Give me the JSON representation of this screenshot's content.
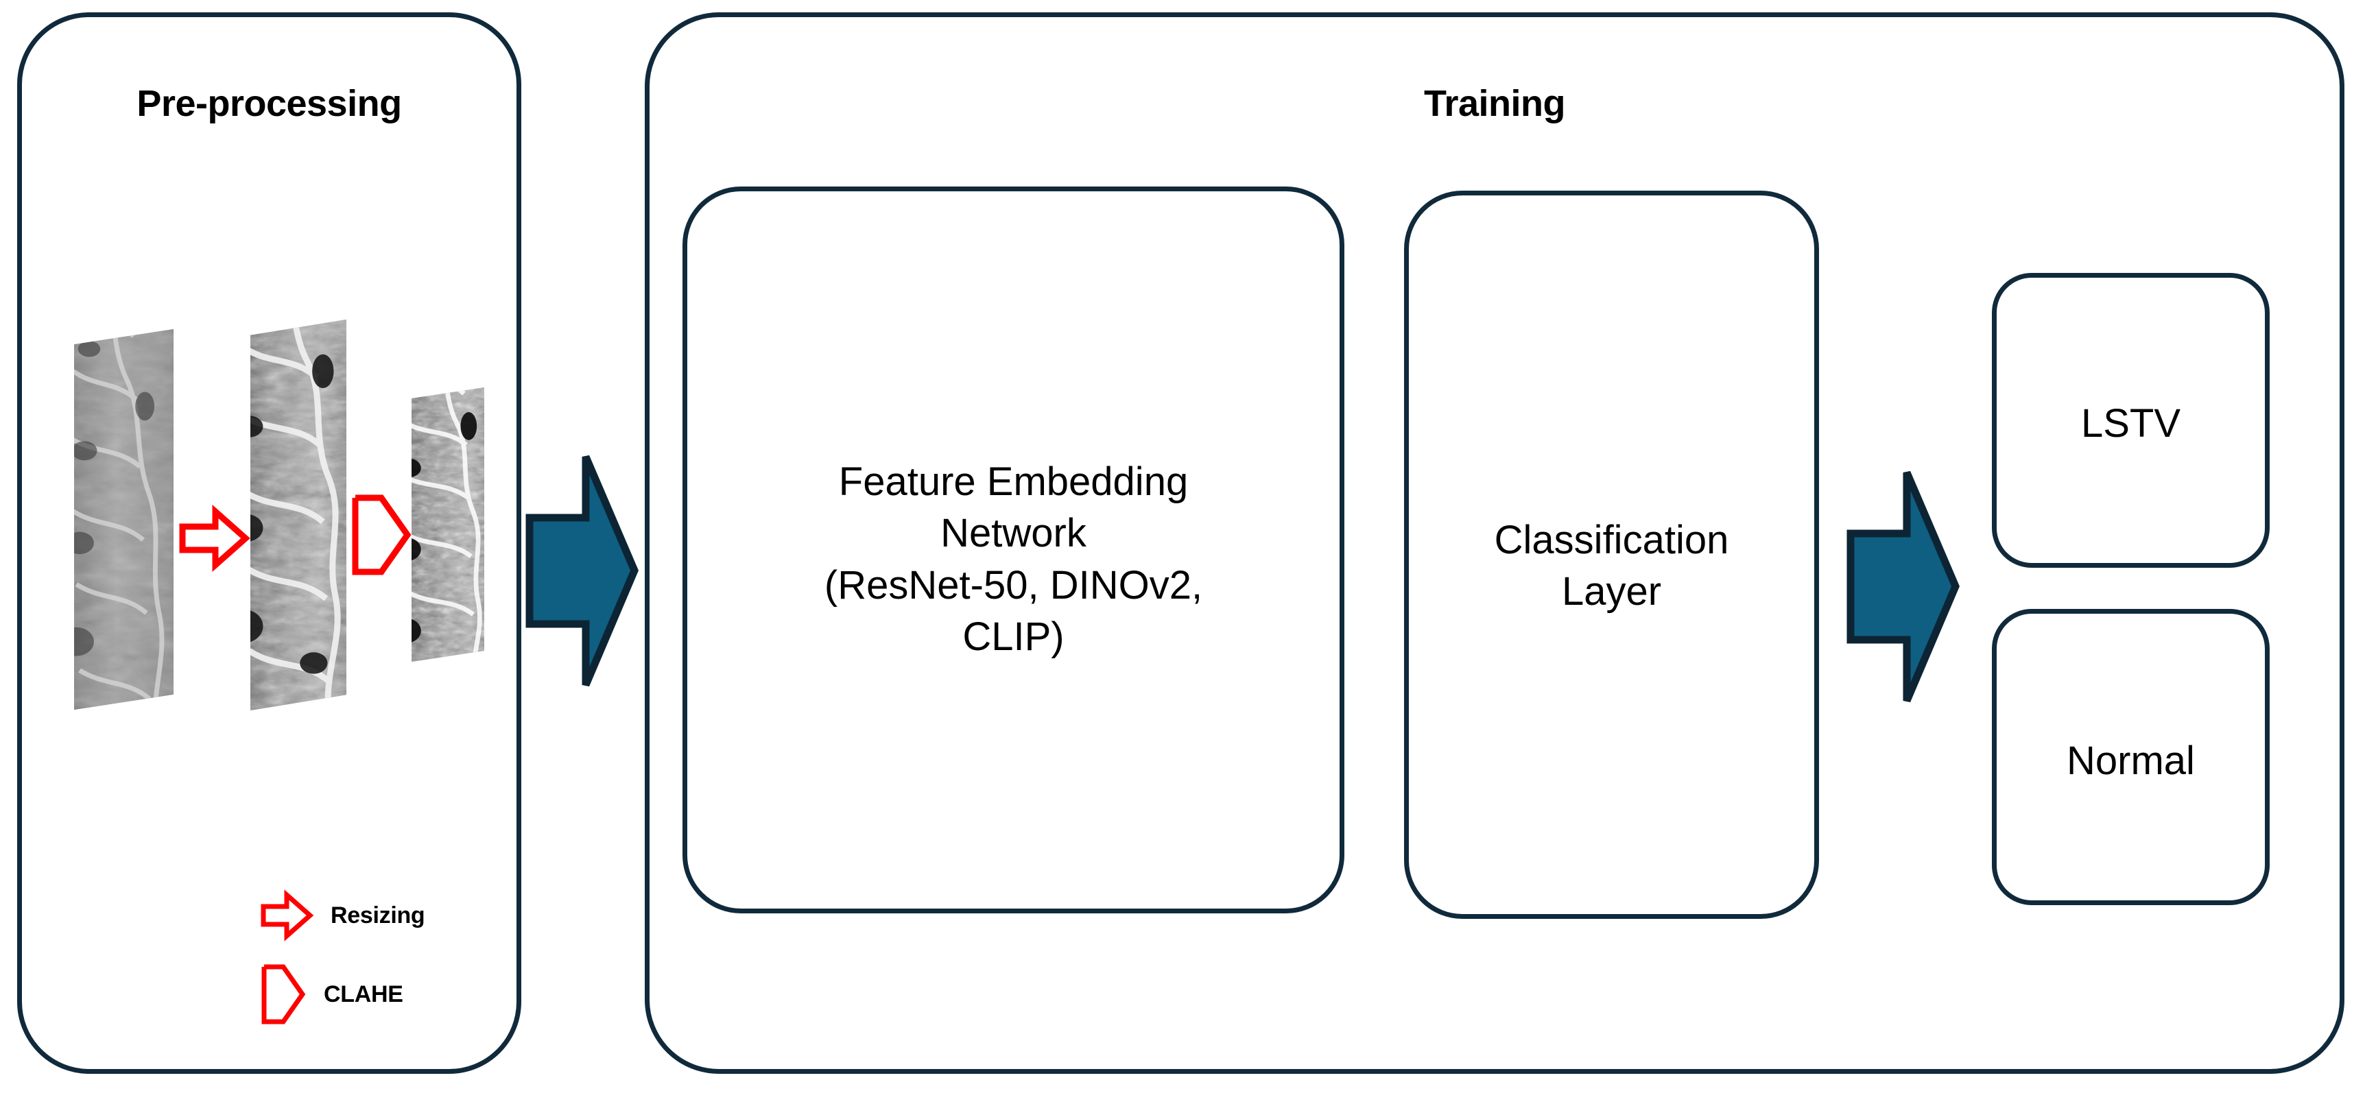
{
  "diagram": {
    "title_preprocessing": "Pre-processing",
    "title_training": "Training",
    "colors": {
      "outline": "#102a3c",
      "arrow_fill": "#0e5f82",
      "arrow_stroke": "#0d2434",
      "legend_arrow": "#ff0000",
      "text": "#000000",
      "background": "#ffffff"
    },
    "preprocessing": {
      "label": "Pre-processing",
      "pipeline_steps": [
        {
          "name": "original-xray",
          "caption": ""
        },
        {
          "name": "resized-xray",
          "caption": ""
        },
        {
          "name": "clahe-xray",
          "caption": ""
        }
      ],
      "inline_arrows": [
        {
          "name": "resizing-arrow",
          "type": "block-arrow"
        },
        {
          "name": "clahe-arrow",
          "type": "chevron-arrow"
        }
      ],
      "legend": [
        {
          "icon": "resizing-arrow-icon",
          "label": "Resizing"
        },
        {
          "icon": "clahe-arrow-icon",
          "label": "CLAHE"
        }
      ]
    },
    "training": {
      "label": "Training",
      "stages": [
        {
          "name": "feature-embedding-network",
          "text": "Feature Embedding\nNetwork\n(ResNet-50, DINOv2,\nCLIP)"
        },
        {
          "name": "classification-layer",
          "text": "Classification\nLayer"
        }
      ],
      "outputs": [
        {
          "name": "output-lstv",
          "label": "LSTV"
        },
        {
          "name": "output-normal",
          "label": "Normal"
        }
      ]
    },
    "flow_arrows": [
      {
        "name": "preprocessing-to-training-arrow"
      },
      {
        "name": "classification-to-outputs-arrow"
      }
    ]
  }
}
